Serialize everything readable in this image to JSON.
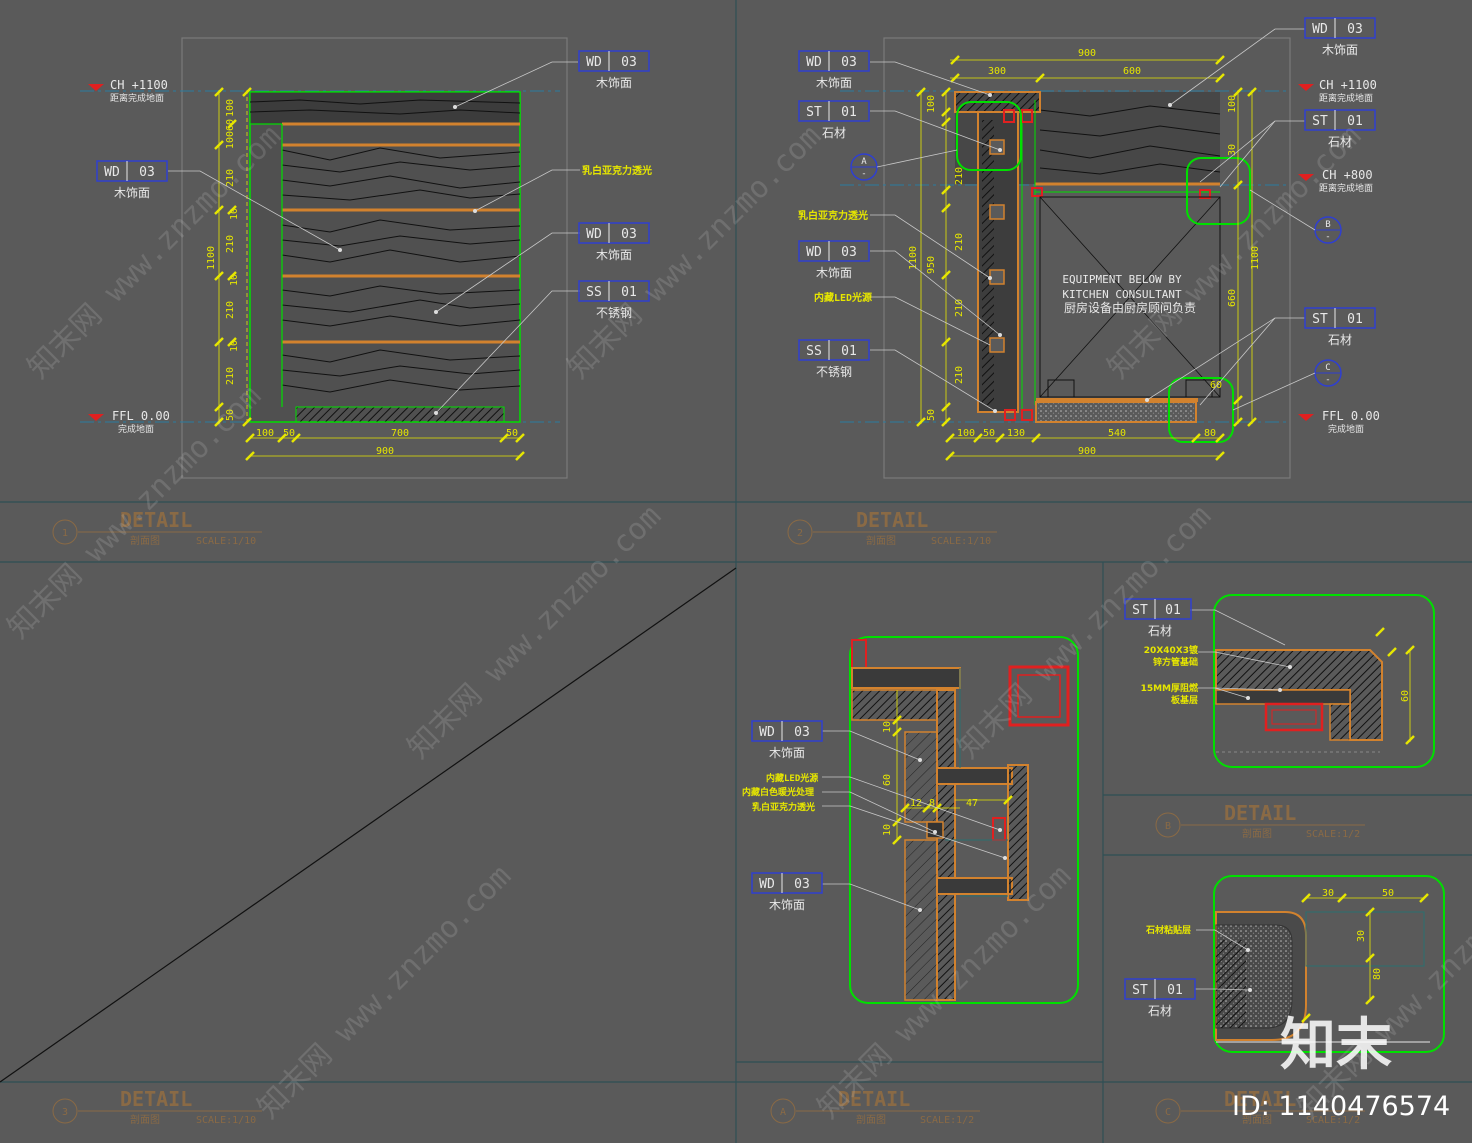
{
  "colors": {
    "background": "#5a5a5a",
    "frame_line": "#2f4f55",
    "panel_border": "#7a7a7a",
    "tag_blue": "#2f3fd0",
    "label_white": "#e8e8e8",
    "dim_yellow": "#e6e600",
    "bright_green": "#00e000",
    "orange_wood": "#d2822e",
    "red_steel": "#e02020",
    "detail_brown": "#8a6a45"
  },
  "tags": {
    "wd03": {
      "code": "WD",
      "num": "03",
      "desc": "木饰面"
    },
    "st01": {
      "code": "ST",
      "num": "01",
      "desc": "石材"
    },
    "ss01": {
      "code": "SS",
      "num": "01",
      "desc": "不锈钢"
    }
  },
  "levels": {
    "ch1100": "CH +1100",
    "ch800": "CH +800",
    "ffl": "FFL 0.00",
    "ch_sub": "距离完成地面",
    "ffl_sub": "完成地面"
  },
  "notes": {
    "acrylic": "乳白亚克力透光",
    "led": "内藏LED光源",
    "white_paint": "内藏白色暖光处理",
    "steel_tube": "20X40X3镀锌方管基础",
    "plywood": "15MM厚阻燃板基层",
    "stone_glue": "石材粘贴层",
    "equipment_en1": "EQUIPMENT BELOW BY",
    "equipment_en2": "KITCHEN CONSULTANT",
    "equipment_cn": "厨房设备由厨房顾问负责"
  },
  "dims": {
    "d900": "900",
    "d300": "300",
    "d600": "600",
    "d100": "100",
    "d50": "50",
    "d700": "700",
    "d210": "210",
    "d10": "10",
    "d1100": "1100",
    "d950": "950",
    "d660": "660",
    "d540": "540",
    "d130": "130",
    "d80": "80",
    "d60": "60",
    "d30": "30",
    "d47": "47",
    "d12": "12",
    "d8": "8",
    "d10060": "10060"
  },
  "callouts": {
    "a": "A",
    "b": "B",
    "c": "C"
  },
  "details": [
    {
      "num": "1",
      "title": "DETAIL",
      "sub": "剖面图",
      "scale": "SCALE:1/10"
    },
    {
      "num": "2",
      "title": "DETAIL",
      "sub": "剖面图",
      "scale": "SCALE:1/10"
    },
    {
      "num": "3",
      "title": "DETAIL",
      "sub": "剖面图",
      "scale": "SCALE:1/10"
    },
    {
      "num": "A",
      "title": "DETAIL",
      "sub": "剖面图",
      "scale": "SCALE:1/2"
    },
    {
      "num": "B",
      "title": "DETAIL",
      "sub": "剖面图",
      "scale": "SCALE:1/2"
    },
    {
      "num": "C",
      "title": "DETAIL",
      "sub": "剖面图",
      "scale": "SCALE:1/2"
    }
  ],
  "watermark": {
    "site": "知末网 www.znzmo.com",
    "logo": "知末",
    "id": "ID: 1140476574"
  }
}
